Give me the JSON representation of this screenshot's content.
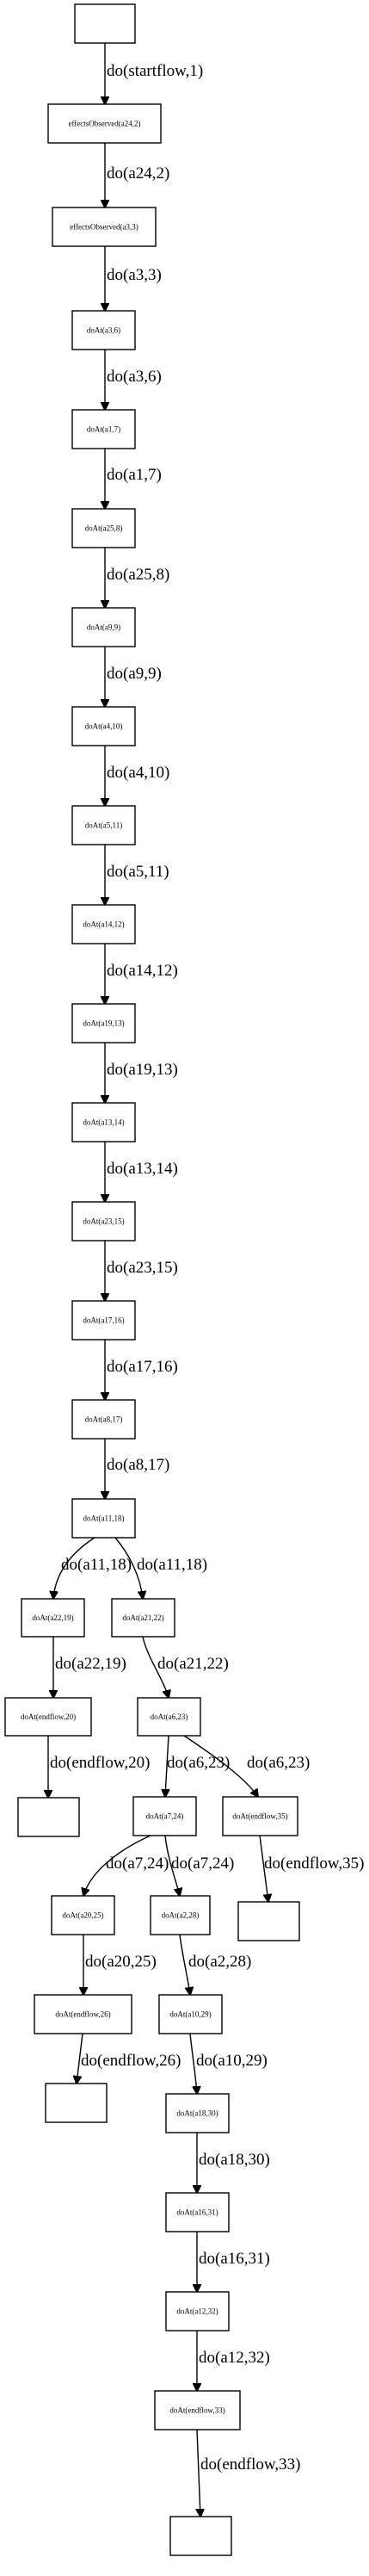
{
  "nodes": {
    "n0": "",
    "n1": "effectsObserved(a24,2)",
    "n2": "effectsObserved(a3,3)",
    "n3": "doAt(a3,6)",
    "n4": "doAt(a1,7)",
    "n5": "doAt(a25,8)",
    "n6": "doAt(a9,9)",
    "n7": "doAt(a4,10)",
    "n8": "doAt(a5,11)",
    "n9": "doAt(a14,12)",
    "n10": "doAt(a19,13)",
    "n11": "doAt(a13,14)",
    "n12": "doAt(a23,15)",
    "n13": "doAt(a17,16)",
    "n14": "doAt(a8,17)",
    "n15": "doAt(a11,18)",
    "n16": "doAt(a22,19)",
    "n17": "doAt(a21,22)",
    "n18": "doAt(endflow,20)",
    "n19": "doAt(a6,23)",
    "n20": "",
    "n21": "doAt(a7,24)",
    "n22": "doAt(endflow,35)",
    "n23": "doAt(a20,25)",
    "n24": "doAt(a2,28)",
    "n25": "",
    "n26": "doAt(endflow,26)",
    "n27": "doAt(a10,29)",
    "n28": "",
    "n29": "doAt(a18,30)",
    "n30": "doAt(a16,31)",
    "n31": "doAt(a12,32)",
    "n32": "doAt(endflow,33)",
    "n33": ""
  },
  "edges": {
    "e0": "do(startflow,1)",
    "e1": "do(a24,2)",
    "e2": "do(a3,3)",
    "e3": "do(a3,6)",
    "e4": "do(a1,7)",
    "e5": "do(a25,8)",
    "e6": "do(a9,9)",
    "e7": "do(a4,10)",
    "e8": "do(a5,11)",
    "e9": "do(a14,12)",
    "e10": "do(a19,13)",
    "e11": "do(a13,14)",
    "e12": "do(a23,15)",
    "e13": "do(a17,16)",
    "e14": "do(a8,17)",
    "e15": "do(a11,18)",
    "e16": "do(a11,18)",
    "e17": "do(a22,19)",
    "e18": "do(a21,22)",
    "e19": "do(endflow,20)",
    "e20": "do(a6,23)",
    "e21": "do(a6,23)",
    "e22": "do(a7,24)",
    "e23": "do(a7,24)",
    "e24": "do(endflow,35)",
    "e25": "do(a20,25)",
    "e26": "do(a2,28)",
    "e27": "do(endflow,26)",
    "e28": "do(a10,29)",
    "e29": "do(a18,30)",
    "e30": "do(a16,31)",
    "e31": "do(a12,32)",
    "e32": "do(endflow,33)"
  }
}
